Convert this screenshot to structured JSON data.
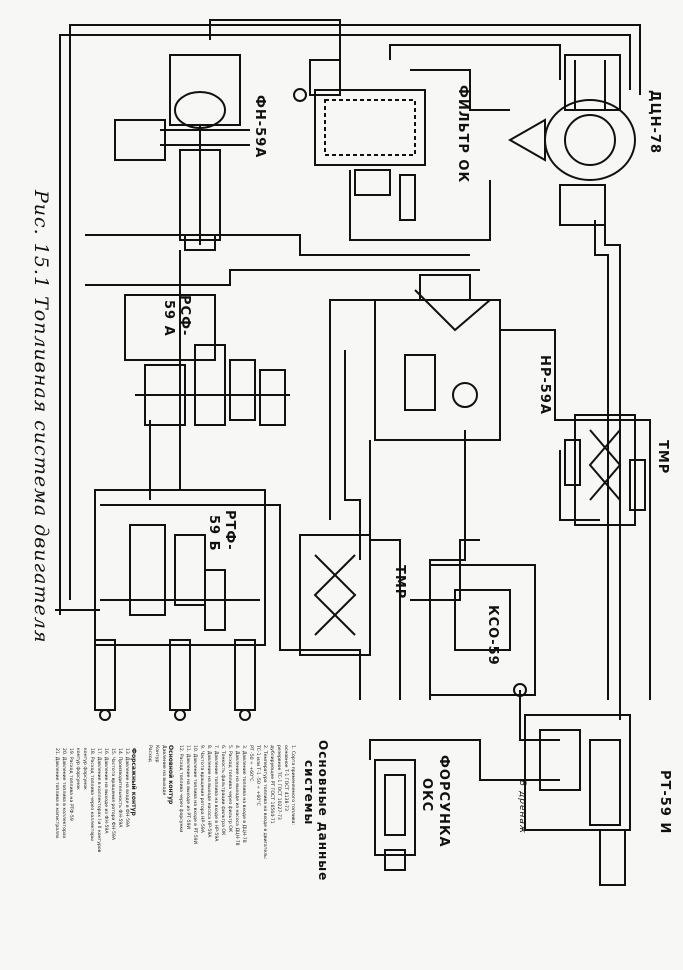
{
  "caption": "Рис. 15.1 Топливная система двигателя",
  "components": {
    "fn59a": "ФН-59А",
    "filter_ok": "ФИЛЬТР ОК",
    "dcn78": "ДЦН-78",
    "rsf59a_1": "РСФ-",
    "rsf59a_2": "59 А",
    "nr59a": "НР-59А",
    "tmr_right": "ТМР",
    "rtf59b_1": "РТФ-",
    "rtf59b_2": "59 Б",
    "tmr_center": "ТМР",
    "ksr59": "КСО-59",
    "rt59i": "РТ-59 И",
    "forsunka_1": "ФОРСУНКА",
    "forsunka_2": "ОКС",
    "v_drenazh": "В дренаж"
  },
  "data_block": {
    "title_1": "Основные данные",
    "title_2": "системы",
    "lines": [
      "1. Сорта применяемого топлива:",
      "   основное        Т-1           ГОСТ 4138-73",
      "   резервное       ТС-1         ГОСТ 10227-73",
      "   дублирующее   РТ              ГОСТ 16564-71",
      "2. Температура топлива на входе в двигатель:",
      "   ТС-1 или Т-1        -50 ÷ +60°C",
      "   РТ                       -50 ÷ +60°C",
      "3. Давление топлива на входе в ДЦН-78",
      "4. Давление на выходе из насоса ДЦН-78",
      "5. Расход топлива через фильтр ОК",
      "6. Тонкость фильтрации фильтра ОК",
      "7. Давление топлива на входе в НР-59А",
      "8. Давление на выходе насоса НР-59А",
      "9. Частота вращения ротора НР-59А",
      "10. Давление топлива на входе в РТ-59И",
      "11. Давление на выходе из РТ-59И",
      "12. Расход топлива через форсунки"
    ],
    "main_header": "Основной контур",
    "main_lines": [
      "Давление на выходе",
      "Контур",
      "Расход"
    ],
    "forsazh_header": "Форсажный контур",
    "forsazh_lines": [
      "13. Давление на входе в ФН-59А",
      "14. Производительность ФН-59А",
      "15. Частота вращения ротора ФН-59А",
      "16. Давление на выходе из ФН-59А",
      "17. Давление в коллекторах I и II контуров",
      "18. Расход топлива через коллекторы",
      "    контур форсунок",
      "    контур форсунок",
      "19. Расход топлива на РТФ-59",
      "20. Давление топлива в коллекторах",
      "21. Давление топлива в магистралях"
    ]
  },
  "colors": {
    "ink": "#111111",
    "paper": "#f7f7f5"
  }
}
